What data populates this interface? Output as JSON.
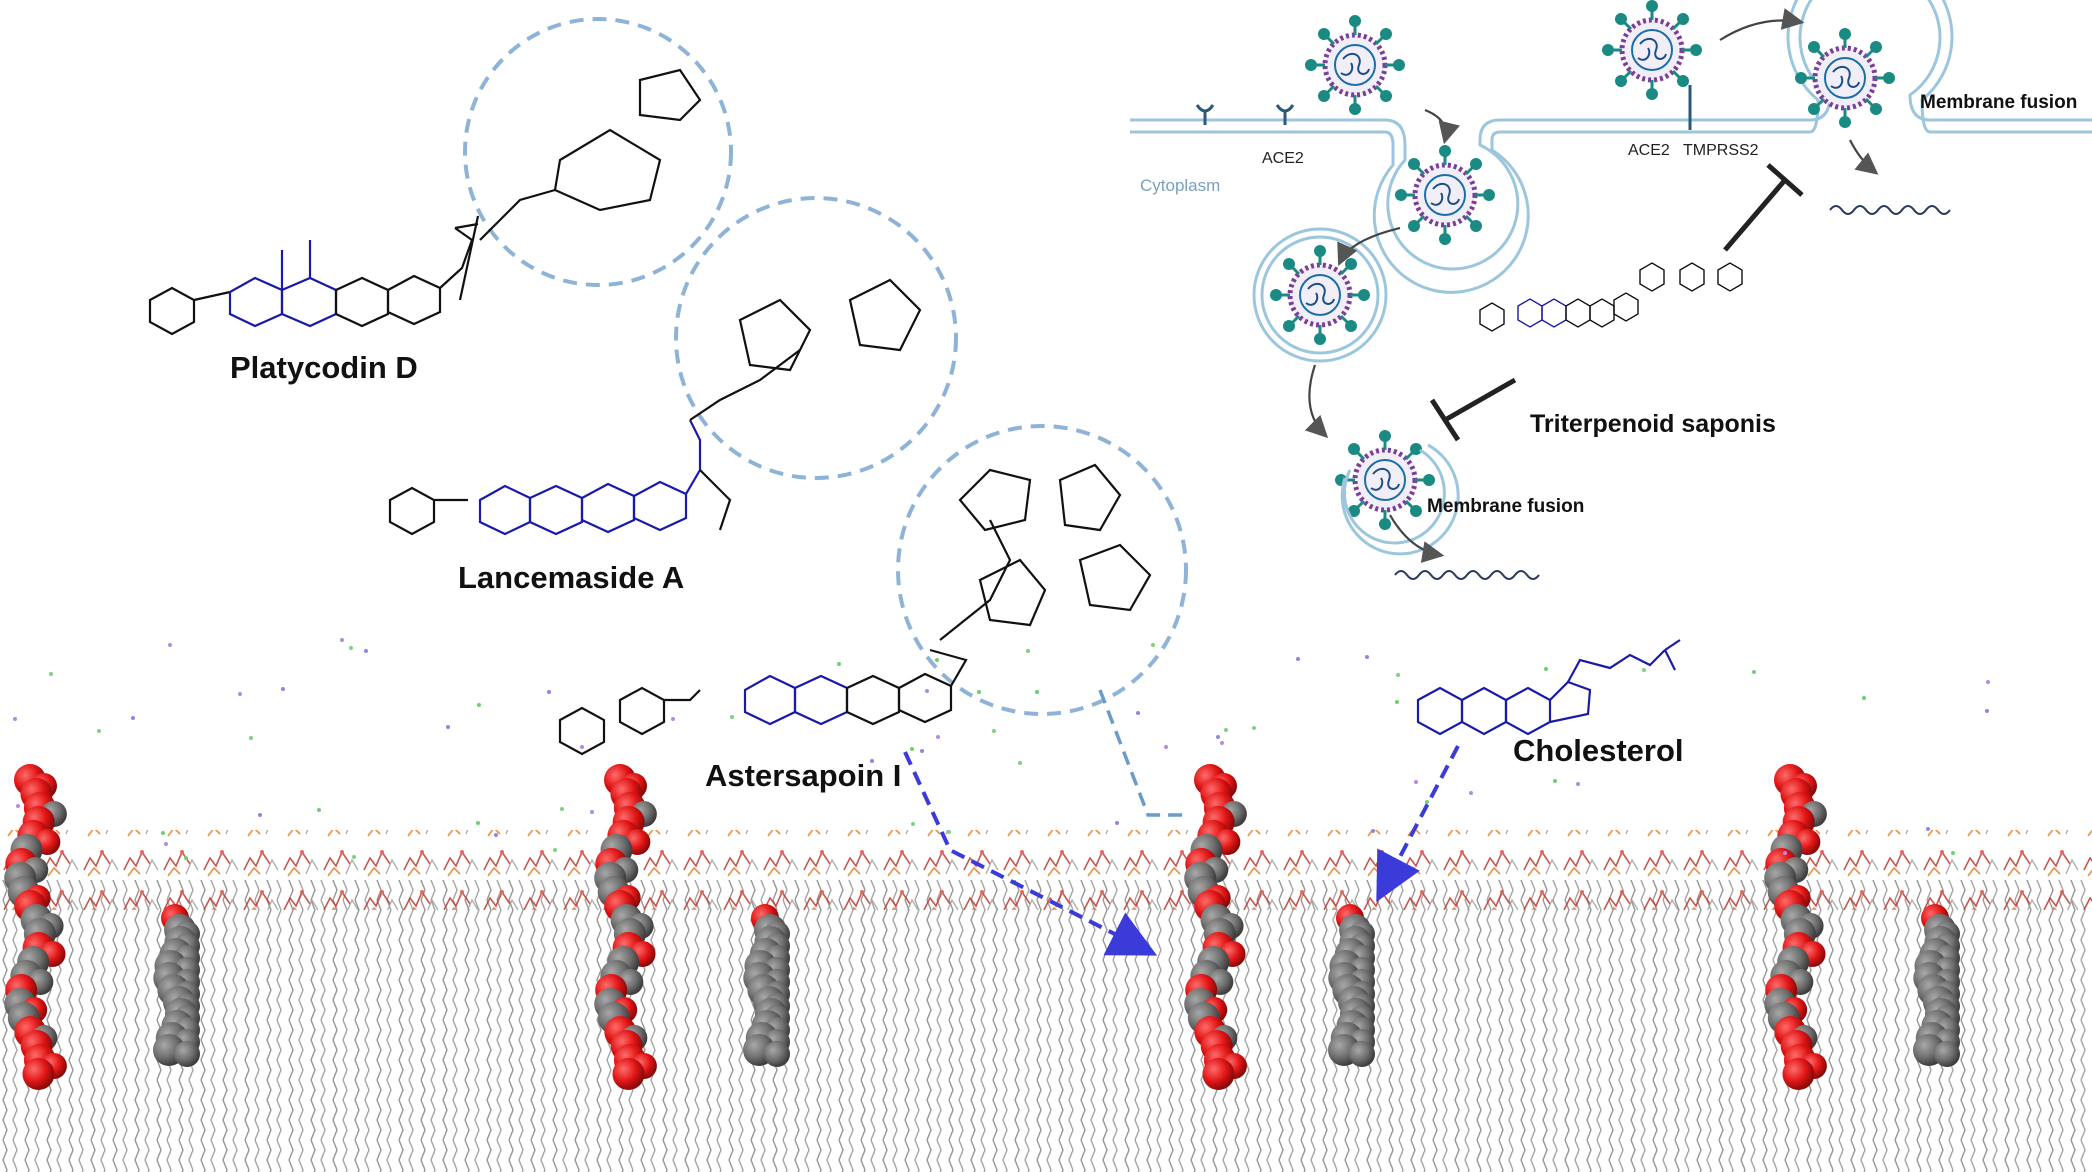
{
  "molecules": {
    "platycodin": "Platycodin D",
    "lancemaside": "Lancemaside A",
    "astersapoin": "Astersapoin I",
    "cholesterol": "Cholesterol"
  },
  "pathway": {
    "cytoplasm": "Cytoplasm",
    "ace2_left": "ACE2",
    "ace2_right": "ACE2",
    "tmprss2": "TMPRSS2",
    "fusion_top": "Membrane fusion",
    "fusion_bottom": "Membrane fusion",
    "inhibitor": "Triterpenoid saponis"
  },
  "colors": {
    "circle_dash": "#8fb3d6",
    "arrow_blue": "#3b3bd9",
    "aglycone_blue": "#1a1aa8",
    "oxygen_red": "#e01414",
    "carbon_grey": "#6e6e6e",
    "virus_teal": "#1b8a82",
    "virus_purple": "#7a3e9a"
  }
}
